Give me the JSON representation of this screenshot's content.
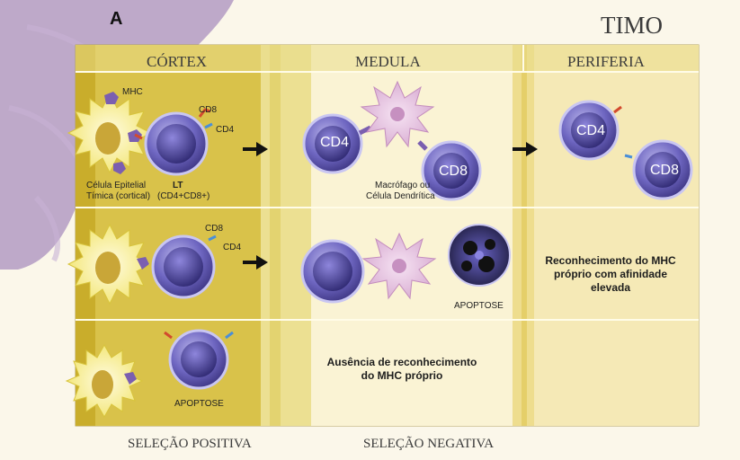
{
  "panel_letter": "A",
  "main_title": "TIMO",
  "columns": {
    "cortex": "CÓRTEX",
    "medula": "MEDULA",
    "periferia": "PERIFERIA"
  },
  "footer": {
    "positive": "SELEÇÃO POSITIVA",
    "negative": "SELEÇÃO NEGATIVA"
  },
  "row1": {
    "mhc": "MHC",
    "cd8": "CD8",
    "cd4": "CD4",
    "epithelial_line1": "Célula Epitelial",
    "epithelial_line2": "Tímica (cortical)",
    "lt_bold": "LT",
    "lt_sub": "(CD4+CD8+)",
    "medula_cd4": "CD4",
    "medula_cd8": "CD8",
    "macrophage_line1": "Macrófago ou",
    "macrophage_line2": "Célula Dendrítica",
    "periph_cd4": "CD4",
    "periph_cd8": "CD8"
  },
  "row2": {
    "cd8": "CD8",
    "cd4": "CD4",
    "apoptose": "APOPTOSE",
    "recog_line1": "Reconhecimento do MHC",
    "recog_line2": "próprio com afinidade",
    "recog_line3": "elevada"
  },
  "row3": {
    "apoptose": "APOPTOSE",
    "absence_line1": "Ausência de reconhecimento",
    "absence_line2": "do MHC próprio"
  }
}
